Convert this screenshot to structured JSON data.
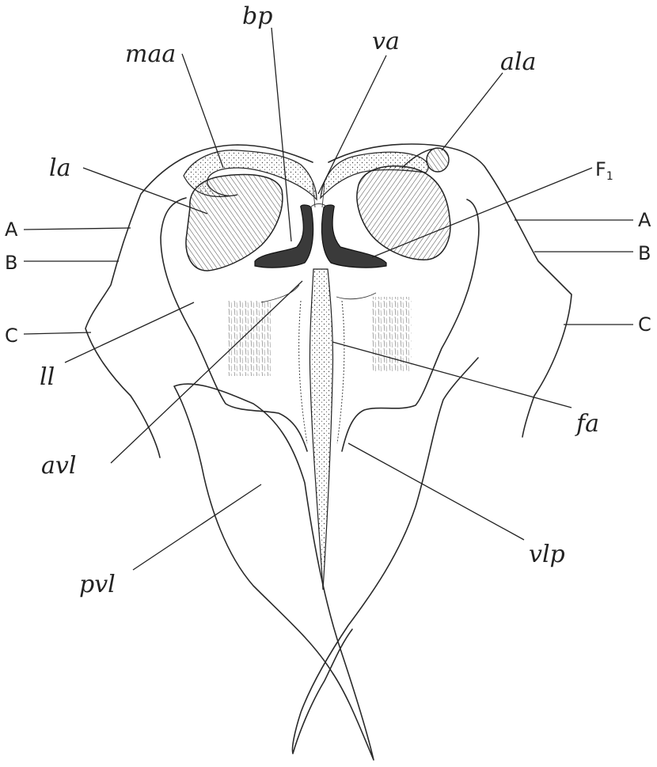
{
  "labels": {
    "maa": "maa",
    "bp": "bp",
    "va": "va",
    "ala": "ala",
    "la": "la",
    "F1": "F",
    "F1_sub": "1",
    "A_left": "A",
    "B_left": "B",
    "C_left": "C",
    "A_right": "A",
    "B_right": "B",
    "C_right": "C",
    "ll": "ll",
    "avl": "avl",
    "fa": "fa",
    "vlp": "vlp",
    "pvl": "pvl"
  }
}
